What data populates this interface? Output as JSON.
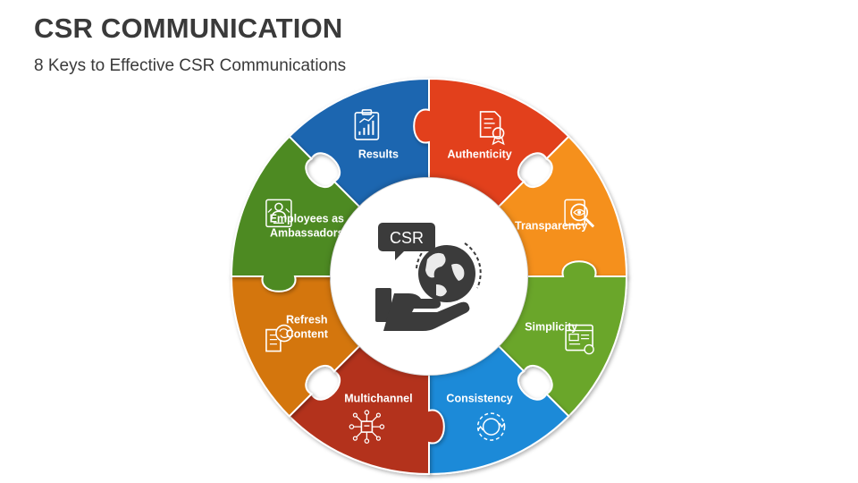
{
  "slide": {
    "title": "CSR COMMUNICATION",
    "subtitle": "8 Keys to Effective CSR Communications"
  },
  "center": {
    "badge": "CSR",
    "icon": "hand-holding-globe-icon"
  },
  "segments": [
    {
      "id": "results",
      "lines": [
        "Results"
      ],
      "color": "#1f66b0",
      "icon": "report-chart-icon"
    },
    {
      "id": "authenticity",
      "lines": [
        "Authenticity"
      ],
      "color": "#e2401c",
      "icon": "certificate-document-icon"
    },
    {
      "id": "transparency",
      "lines": [
        "Transparency"
      ],
      "color": "#f5901e",
      "icon": "magnifier-eye-icon"
    },
    {
      "id": "simplicity",
      "lines": [
        "Simplicity"
      ],
      "color": "#6aa62a",
      "icon": "browser-window-icon"
    },
    {
      "id": "consistency",
      "lines": [
        "Consistency"
      ],
      "color": "#1c8ad8",
      "icon": "cycle-arrows-icon"
    },
    {
      "id": "multichannel",
      "lines": [
        "Multichannel"
      ],
      "color": "#b3311b",
      "icon": "network-hub-icon"
    },
    {
      "id": "refresh-content",
      "lines": [
        "Refresh",
        "Content"
      ],
      "color": "#d4760e",
      "icon": "refresh-book-icon"
    },
    {
      "id": "employees-as-ambassadors",
      "lines": [
        "Employees as",
        "Ambassadors"
      ],
      "color": "#4e8a24",
      "icon": "ambassador-person-icon"
    }
  ]
}
